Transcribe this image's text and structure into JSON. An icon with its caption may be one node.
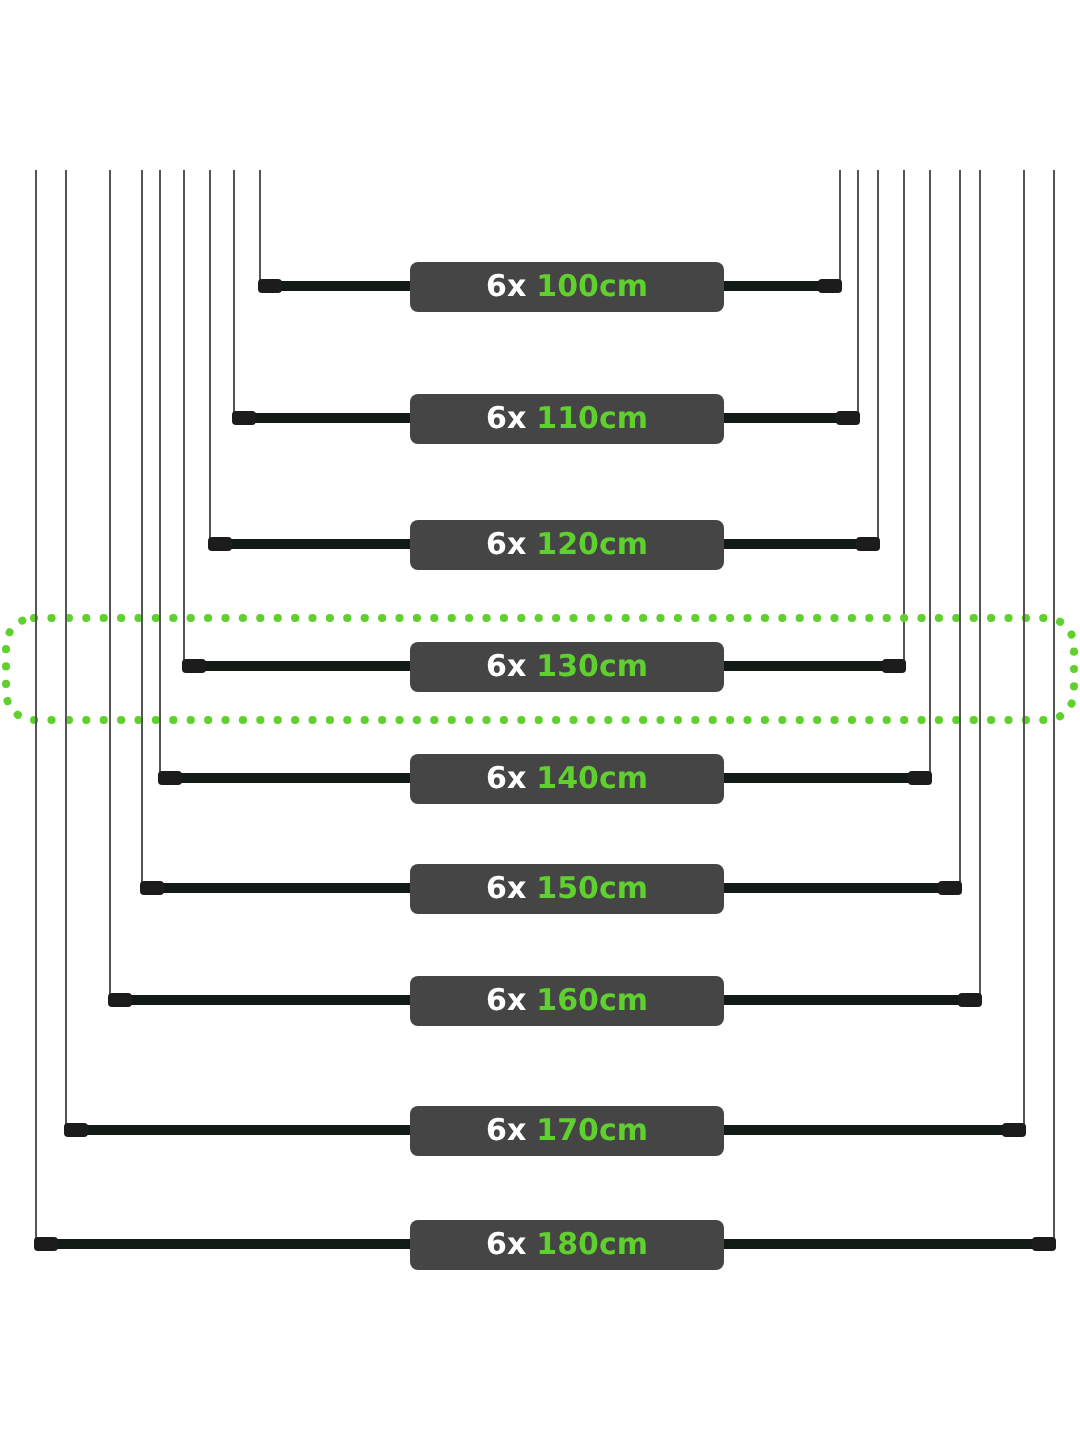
{
  "diagram": {
    "nodes": [
      {
        "text": [
          "6x",
          "100cm"
        ]
      },
      {
        "text": [
          "6x",
          "110cm"
        ]
      },
      {
        "text": [
          "6x",
          "120cm"
        ]
      },
      {
        "text": [
          "6x",
          "130cm"
        ]
      },
      {
        "text": [
          "6x",
          "140cm"
        ]
      },
      {
        "text": [
          "6x",
          "150cm"
        ]
      },
      {
        "text": [
          "6x",
          "160cm"
        ]
      },
      {
        "text": [
          "6x",
          "170cm"
        ]
      },
      {
        "text": [
          "6x",
          "180cm"
        ]
      }
    ]
  }
}
